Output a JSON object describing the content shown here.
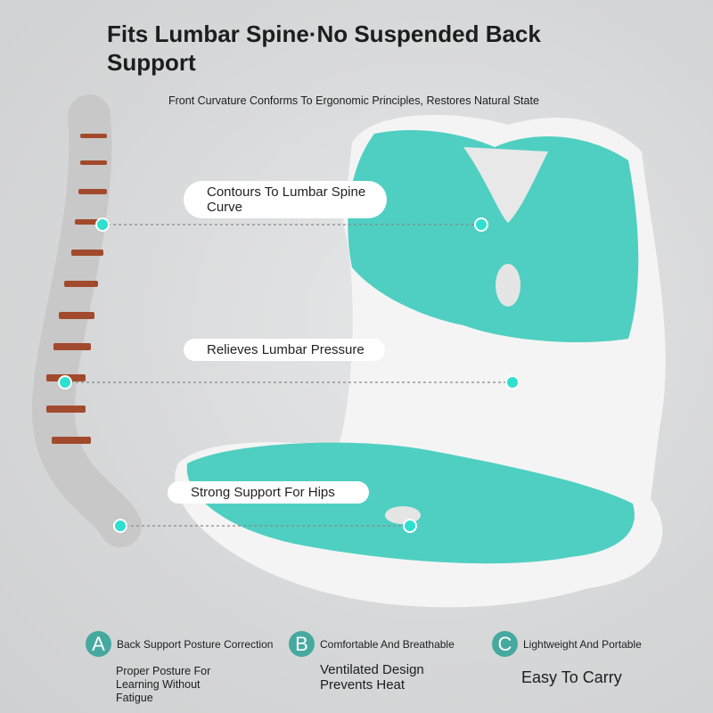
{
  "header": {
    "title": "Fits Lumbar Spine·No Suspended Back Support",
    "subtitle": "Front Curvature Conforms To Ergonomic Principles, Restores Natural State"
  },
  "callouts": [
    {
      "label": "Contours To Lumbar Spine Curve"
    },
    {
      "label": "Relieves Lumbar Pressure"
    },
    {
      "label": "Strong Support For Hips"
    }
  ],
  "features": [
    {
      "badge": "A",
      "title": "Back Support Posture Correction",
      "desc": "Proper Posture For Learning Without Fatigue"
    },
    {
      "badge": "B",
      "title": "Comfortable And Breathable",
      "desc": "Ventilated Design Prevents Heat"
    },
    {
      "badge": "C",
      "title": "Lightweight And Portable",
      "desc": "Easy To Carry"
    }
  ],
  "colors": {
    "accent": "#46a9a0",
    "cushion": "#4fcfc1",
    "dot": "#2fe0d0"
  }
}
